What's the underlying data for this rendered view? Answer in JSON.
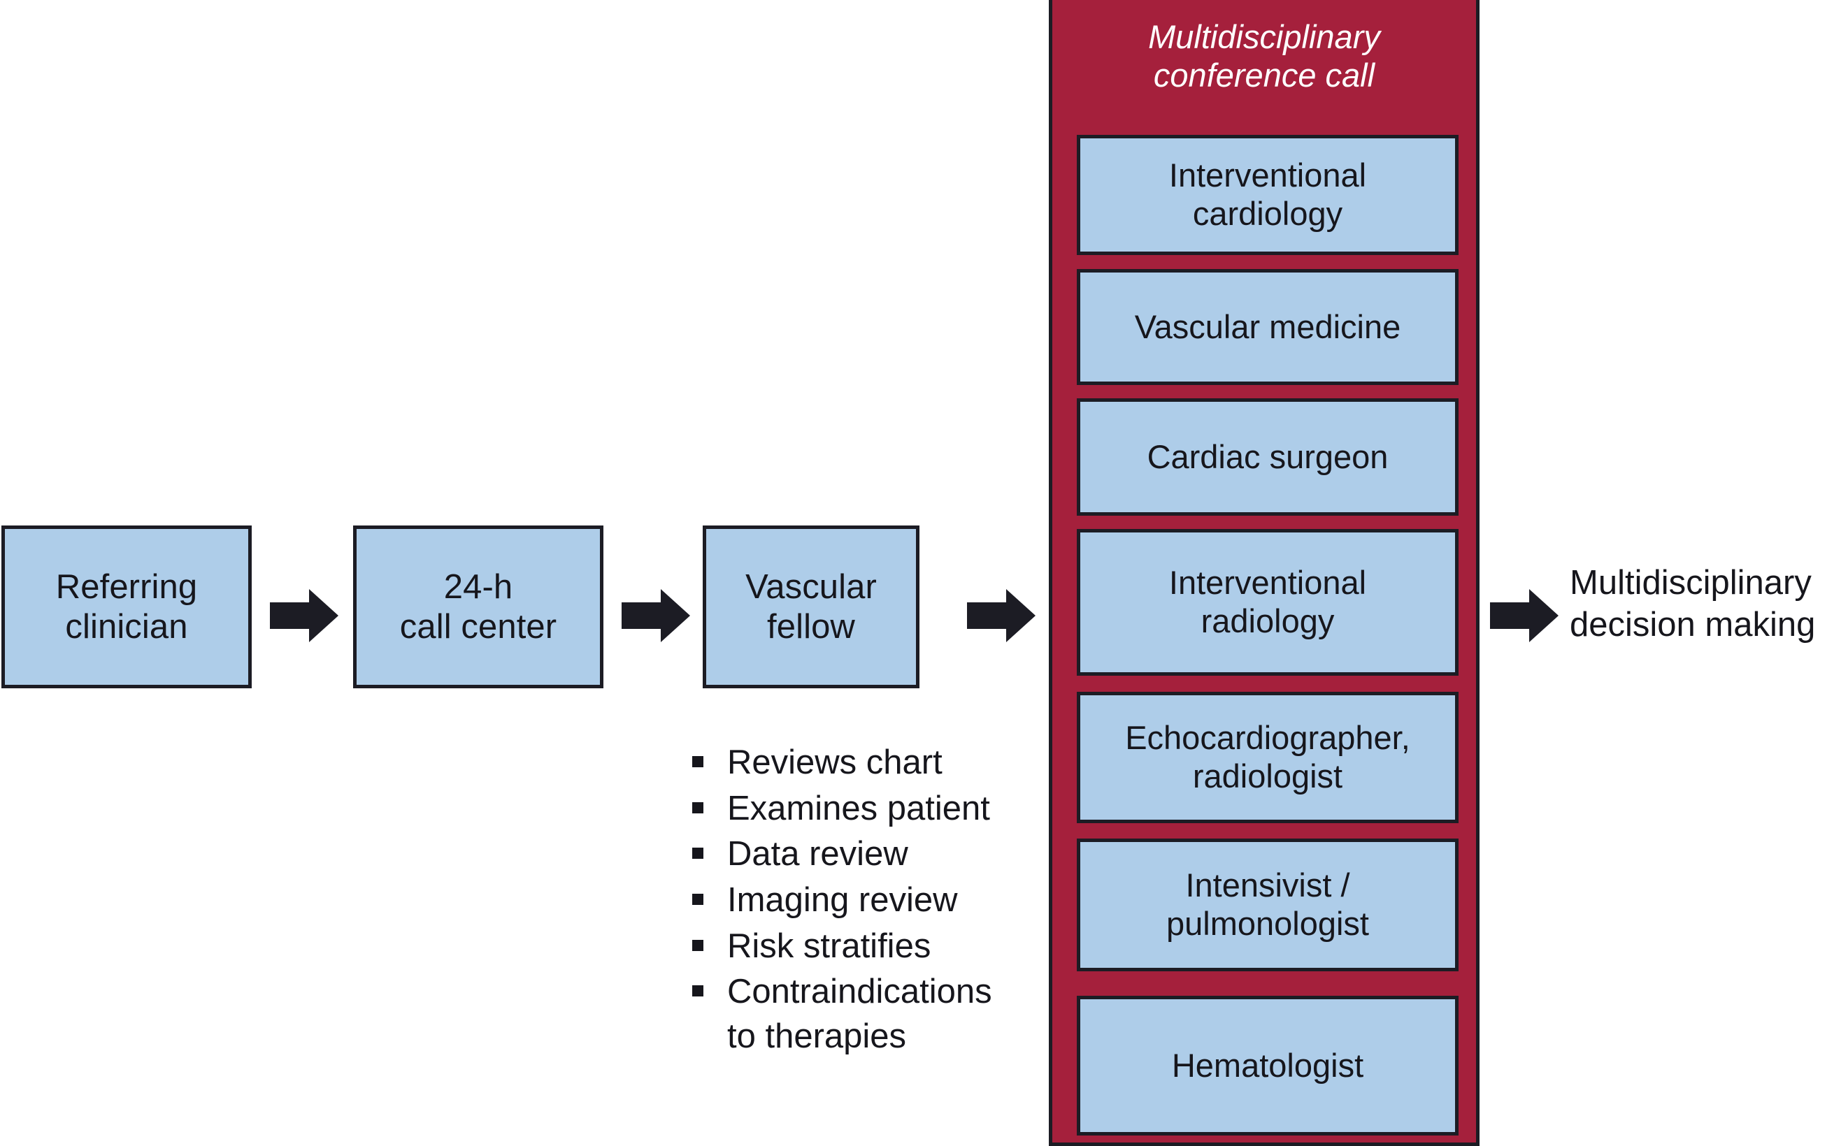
{
  "figure": {
    "type": "flowchart",
    "orientation": "left-to-right",
    "colors": {
      "box_fill": "#aecde9",
      "box_border": "#1c1c24",
      "panel_fill": "#a5203c",
      "panel_title_text": "#ffffff",
      "text": "#16161c",
      "arrow": "#1c1c24",
      "background": "#ffffff"
    }
  },
  "stages": [
    {
      "id": "referring-clinician",
      "label": "Referring\nclinician"
    },
    {
      "id": "call-center",
      "label": "24-h\ncall center"
    },
    {
      "id": "vascular-fellow",
      "label": "Vascular\nfellow"
    }
  ],
  "arrows": [
    {
      "id": "arrow-1",
      "from": "referring-clinician",
      "to": "call-center",
      "glyph": "block-arrow-right-icon"
    },
    {
      "id": "arrow-2",
      "from": "call-center",
      "to": "vascular-fellow",
      "glyph": "block-arrow-right-icon"
    },
    {
      "id": "arrow-3",
      "from": "vascular-fellow",
      "to": "conference-panel",
      "glyph": "block-arrow-right-icon"
    },
    {
      "id": "arrow-4",
      "from": "conference-panel",
      "to": "decision-outcome",
      "glyph": "block-arrow-right-icon"
    }
  ],
  "fellow_tasks": {
    "items": [
      "Reviews chart",
      "Examines patient",
      "Data review",
      "Imaging review",
      "Risk stratifies",
      "Contraindications\n to therapies"
    ]
  },
  "conference": {
    "title": "Multidisciplinary\nconference call",
    "members": [
      "Interventional\ncardiology",
      "Vascular medicine",
      "Cardiac surgeon",
      "Interventional\nradiology",
      "Echocardiographer,\nradiologist",
      "Intensivist /\npulmonologist",
      "Hematologist"
    ]
  },
  "outcome": {
    "label": "Multidisciplinary\ndecision making"
  }
}
